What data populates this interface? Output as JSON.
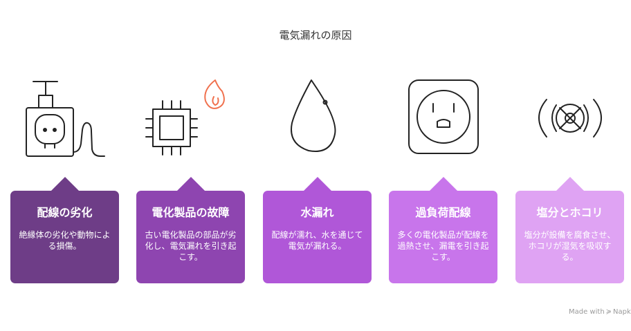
{
  "title": "電気漏れの原因",
  "causes": [
    {
      "icon": "plug-icon",
      "title": "配線の劣化",
      "text": "絶縁体の劣化や動物による損傷。",
      "color": "#6e3d87"
    },
    {
      "icon": "chip-flame-icon",
      "title": "電化製品の故障",
      "text": "古い電化製品の部品が劣化し、電気漏れを引き起こす。",
      "color": "#8e45b0"
    },
    {
      "icon": "water-drop-icon",
      "title": "水漏れ",
      "text": "配線が濡れ、水を通じて電気が漏れる。",
      "color": "#b057d8"
    },
    {
      "icon": "outlet-icon",
      "title": "過負荷配線",
      "text": "多くの電化製品が配線を過熱させ、漏電を引き起こす。",
      "color": "#c875eb"
    },
    {
      "icon": "no-dust-icon",
      "title": "塩分とホコリ",
      "text": "塩分が設備を腐食させ、ホコリが湿気を吸収する。",
      "color": "#dfa3f3"
    }
  ],
  "footer": {
    "prefix": "Made with",
    "brand": "Napkin"
  }
}
